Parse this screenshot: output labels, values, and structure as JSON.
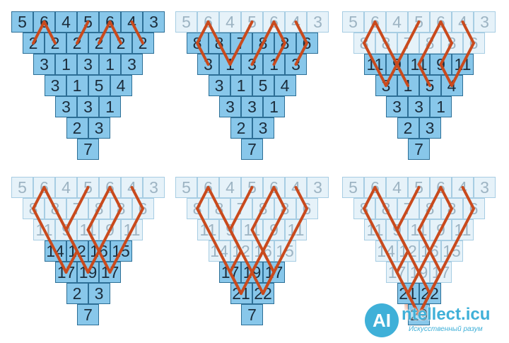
{
  "panels": [
    {
      "rows": [
        [
          "5",
          "6",
          "4",
          "5",
          "6",
          "4",
          "3"
        ],
        [
          "2",
          "2",
          "2",
          "2",
          "2",
          "2"
        ],
        [
          "3",
          "1",
          "3",
          "1",
          "3"
        ],
        [
          "3",
          "1",
          "5",
          "4"
        ],
        [
          "3",
          "3",
          "1"
        ],
        [
          "2",
          "3"
        ],
        [
          "7"
        ]
      ],
      "active_rows": [
        0,
        1,
        2,
        3,
        4,
        5,
        6
      ],
      "paths": [
        [
          [
            0,
            1
          ],
          [
            1,
            0
          ]
        ],
        [
          [
            0,
            1
          ],
          [
            1,
            1
          ]
        ],
        [
          [
            0,
            3
          ],
          [
            1,
            2
          ]
        ],
        [
          [
            0,
            4
          ],
          [
            1,
            3
          ]
        ],
        [
          [
            0,
            4
          ],
          [
            1,
            4
          ]
        ],
        [
          [
            0,
            5
          ],
          [
            1,
            5
          ]
        ]
      ],
      "highlight": null
    },
    {
      "rows": [
        [
          "5",
          "6",
          "4",
          "5",
          "6",
          "4",
          "3"
        ],
        [
          "8",
          "8",
          "7",
          "8",
          "8",
          "6"
        ],
        [
          "3",
          "1",
          "3",
          "1",
          "3"
        ],
        [
          "3",
          "1",
          "5",
          "4"
        ],
        [
          "3",
          "3",
          "1"
        ],
        [
          "2",
          "3"
        ],
        [
          "7"
        ]
      ],
      "active_rows": [
        1,
        2,
        3,
        4,
        5,
        6
      ],
      "paths": [
        [
          [
            0,
            1
          ],
          [
            1,
            0
          ],
          [
            2,
            0
          ]
        ],
        [
          [
            0,
            1
          ],
          [
            1,
            1
          ],
          [
            2,
            1
          ]
        ],
        [
          [
            0,
            3
          ],
          [
            1,
            2
          ],
          [
            2,
            1
          ]
        ],
        [
          [
            0,
            4
          ],
          [
            1,
            3
          ],
          [
            2,
            2
          ]
        ],
        [
          [
            0,
            4
          ],
          [
            1,
            4
          ],
          [
            2,
            3
          ]
        ],
        [
          [
            0,
            5
          ],
          [
            1,
            5
          ],
          [
            2,
            4
          ]
        ]
      ],
      "highlight": null
    },
    {
      "rows": [
        [
          "5",
          "6",
          "4",
          "5",
          "6",
          "4",
          "3"
        ],
        [
          "8",
          "8",
          "7",
          "8",
          "8",
          "6"
        ],
        [
          "11",
          "9",
          "11",
          "9",
          "11"
        ],
        [
          "3",
          "1",
          "5",
          "4"
        ],
        [
          "3",
          "3",
          "1"
        ],
        [
          "2",
          "3"
        ],
        [
          "7"
        ]
      ],
      "active_rows": [
        2,
        3,
        4,
        5,
        6
      ],
      "paths": [
        [
          [
            0,
            1
          ],
          [
            1,
            0
          ],
          [
            2,
            0
          ],
          [
            3,
            0
          ]
        ],
        [
          [
            0,
            1
          ],
          [
            1,
            1
          ],
          [
            2,
            1
          ],
          [
            3,
            0
          ]
        ],
        [
          [
            0,
            3
          ],
          [
            1,
            2
          ],
          [
            2,
            1
          ],
          [
            3,
            1
          ]
        ],
        [
          [
            0,
            4
          ],
          [
            1,
            3
          ],
          [
            2,
            2
          ],
          [
            3,
            2
          ]
        ],
        [
          [
            0,
            4
          ],
          [
            1,
            4
          ],
          [
            2,
            3
          ],
          [
            3,
            3
          ]
        ],
        [
          [
            0,
            5
          ],
          [
            1,
            5
          ],
          [
            2,
            4
          ],
          [
            3,
            3
          ]
        ]
      ],
      "highlight": null
    },
    {
      "rows": [
        [
          "5",
          "6",
          "4",
          "5",
          "6",
          "4",
          "3"
        ],
        [
          "8",
          "8",
          "7",
          "8",
          "8",
          "6"
        ],
        [
          "11",
          "9",
          "11",
          "9",
          "11"
        ],
        [
          "14",
          "12",
          "16",
          "15"
        ],
        [
          "17",
          "19",
          "17"
        ],
        [
          "2",
          "3"
        ],
        [
          "7"
        ]
      ],
      "active_rows": [
        3,
        4,
        5,
        6
      ],
      "paths": [
        [
          [
            0,
            1
          ],
          [
            1,
            0
          ],
          [
            2,
            0
          ],
          [
            3,
            0
          ],
          [
            4,
            0
          ]
        ],
        [
          [
            0,
            1
          ],
          [
            1,
            1
          ],
          [
            2,
            1
          ],
          [
            3,
            1
          ],
          [
            4,
            1
          ]
        ],
        [
          [
            0,
            3
          ],
          [
            1,
            2
          ],
          [
            2,
            1
          ],
          [
            3,
            1
          ],
          [
            4,
            0
          ]
        ],
        [
          [
            0,
            4
          ],
          [
            1,
            3
          ],
          [
            2,
            2
          ],
          [
            3,
            2
          ],
          [
            4,
            1
          ]
        ],
        [
          [
            0,
            4
          ],
          [
            1,
            4
          ],
          [
            2,
            3
          ],
          [
            3,
            2
          ],
          [
            4,
            2
          ]
        ],
        [
          [
            0,
            5
          ],
          [
            1,
            5
          ],
          [
            2,
            4
          ],
          [
            3,
            3
          ],
          [
            4,
            2
          ]
        ]
      ],
      "highlight": null
    },
    {
      "rows": [
        [
          "5",
          "6",
          "4",
          "5",
          "6",
          "4",
          "3"
        ],
        [
          "8",
          "8",
          "7",
          "8",
          "8",
          "6"
        ],
        [
          "11",
          "9",
          "11",
          "9",
          "11"
        ],
        [
          "14",
          "12",
          "16",
          "15"
        ],
        [
          "17",
          "19",
          "17"
        ],
        [
          "21",
          "22"
        ],
        [
          "7"
        ]
      ],
      "active_rows": [
        4,
        5,
        6
      ],
      "paths": [
        [
          [
            0,
            1
          ],
          [
            1,
            0
          ],
          [
            2,
            0
          ],
          [
            3,
            0
          ],
          [
            4,
            0
          ],
          [
            5,
            0
          ]
        ],
        [
          [
            0,
            1
          ],
          [
            1,
            1
          ],
          [
            2,
            1
          ],
          [
            3,
            1
          ],
          [
            4,
            1
          ],
          [
            5,
            1
          ]
        ],
        [
          [
            0,
            3
          ],
          [
            1,
            2
          ],
          [
            2,
            1
          ],
          [
            3,
            1
          ],
          [
            4,
            0
          ],
          [
            5,
            0
          ]
        ],
        [
          [
            0,
            4
          ],
          [
            1,
            3
          ],
          [
            2,
            2
          ],
          [
            3,
            2
          ],
          [
            4,
            1
          ],
          [
            5,
            0
          ]
        ],
        [
          [
            0,
            4
          ],
          [
            1,
            4
          ],
          [
            2,
            3
          ],
          [
            3,
            2
          ],
          [
            4,
            2
          ],
          [
            5,
            1
          ]
        ],
        [
          [
            0,
            5
          ],
          [
            1,
            5
          ],
          [
            2,
            4
          ],
          [
            3,
            3
          ],
          [
            4,
            2
          ],
          [
            5,
            1
          ]
        ]
      ],
      "highlight": null
    },
    {
      "rows": [
        [
          "5",
          "6",
          "4",
          "5",
          "6",
          "4",
          "3"
        ],
        [
          "8",
          "8",
          "7",
          "8",
          "8",
          "6"
        ],
        [
          "11",
          "9",
          "11",
          "9",
          "11"
        ],
        [
          "14",
          "12",
          "16",
          "15"
        ],
        [
          "17",
          "19",
          "17"
        ],
        [
          "21",
          "22"
        ],
        [
          "29"
        ]
      ],
      "active_rows": [
        5,
        6
      ],
      "paths": [
        [
          [
            0,
            1
          ],
          [
            1,
            0
          ],
          [
            2,
            0
          ],
          [
            3,
            0
          ],
          [
            4,
            0
          ],
          [
            5,
            0
          ],
          [
            6,
            0
          ]
        ],
        [
          [
            0,
            1
          ],
          [
            1,
            1
          ],
          [
            2,
            1
          ],
          [
            3,
            1
          ],
          [
            4,
            1
          ],
          [
            5,
            1
          ],
          [
            6,
            0
          ]
        ],
        [
          [
            0,
            3
          ],
          [
            1,
            2
          ],
          [
            2,
            1
          ],
          [
            3,
            1
          ],
          [
            4,
            0
          ],
          [
            5,
            0
          ],
          [
            6,
            0
          ]
        ],
        [
          [
            0,
            4
          ],
          [
            1,
            3
          ],
          [
            2,
            2
          ],
          [
            3,
            2
          ],
          [
            4,
            1
          ],
          [
            5,
            0
          ],
          [
            6,
            0
          ]
        ],
        [
          [
            0,
            4
          ],
          [
            1,
            4
          ],
          [
            2,
            3
          ],
          [
            3,
            2
          ],
          [
            4,
            2
          ],
          [
            5,
            1
          ],
          [
            6,
            0
          ]
        ],
        [
          [
            0,
            5
          ],
          [
            1,
            5
          ],
          [
            2,
            4
          ],
          [
            3,
            3
          ],
          [
            4,
            2
          ],
          [
            5,
            1
          ],
          [
            6,
            0
          ]
        ]
      ],
      "highlight": [
        [
          0,
          4
        ],
        [
          1,
          3
        ],
        [
          2,
          2
        ],
        [
          3,
          2
        ],
        [
          4,
          1
        ],
        [
          5,
          0
        ],
        [
          6,
          0
        ]
      ]
    }
  ],
  "colors": {
    "line": "#c94a1d",
    "highlight": "#e07a55",
    "active_fill": "#88c7ea",
    "faded_fill": "#e6f2f9",
    "border": "#2d6f96"
  },
  "watermark": {
    "main": "ntellect.icu",
    "sub": "Искусственный разум",
    "logo": "AI"
  }
}
